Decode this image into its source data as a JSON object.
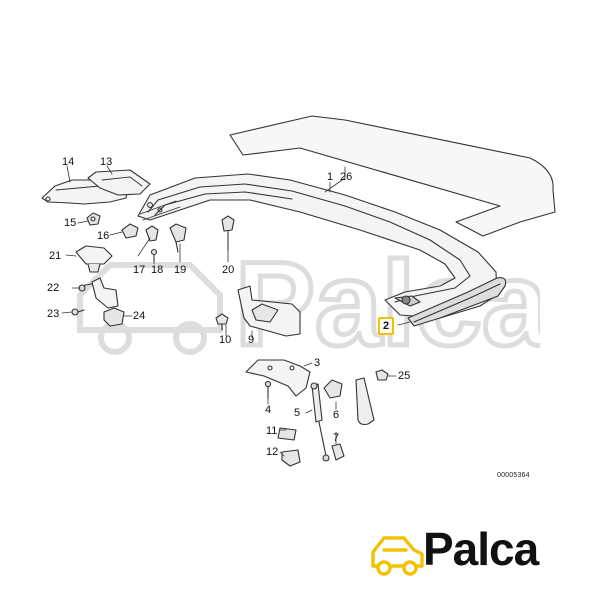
{
  "labels": [
    {
      "id": "1",
      "text": "1"
    },
    {
      "id": "26",
      "text": "26"
    },
    {
      "id": "2",
      "text": "2"
    },
    {
      "id": "3",
      "text": "3"
    },
    {
      "id": "4",
      "text": "4"
    },
    {
      "id": "5",
      "text": "5"
    },
    {
      "id": "6",
      "text": "6"
    },
    {
      "id": "7",
      "text": "7"
    },
    {
      "id": "9",
      "text": "9"
    },
    {
      "id": "10",
      "text": "10"
    },
    {
      "id": "11",
      "text": "11"
    },
    {
      "id": "12",
      "text": "12"
    },
    {
      "id": "13",
      "text": "13"
    },
    {
      "id": "14",
      "text": "14"
    },
    {
      "id": "15",
      "text": "15"
    },
    {
      "id": "16",
      "text": "16"
    },
    {
      "id": "17",
      "text": "17"
    },
    {
      "id": "18",
      "text": "18"
    },
    {
      "id": "19",
      "text": "19"
    },
    {
      "id": "20",
      "text": "20"
    },
    {
      "id": "21",
      "text": "21"
    },
    {
      "id": "22",
      "text": "22"
    },
    {
      "id": "23",
      "text": "23"
    },
    {
      "id": "24",
      "text": "24"
    },
    {
      "id": "25",
      "text": "25"
    }
  ],
  "highlighted_label": "2",
  "diagram_number": "00005364",
  "logo": {
    "text": "Palca",
    "icon": "car-icon",
    "accent_color": "#f2c200"
  },
  "watermark": {
    "text": "Palca",
    "icon": "car-icon"
  },
  "colors": {
    "line": "#333333",
    "part_fill": "#f4f4f4",
    "highlight": "#f2c200"
  }
}
